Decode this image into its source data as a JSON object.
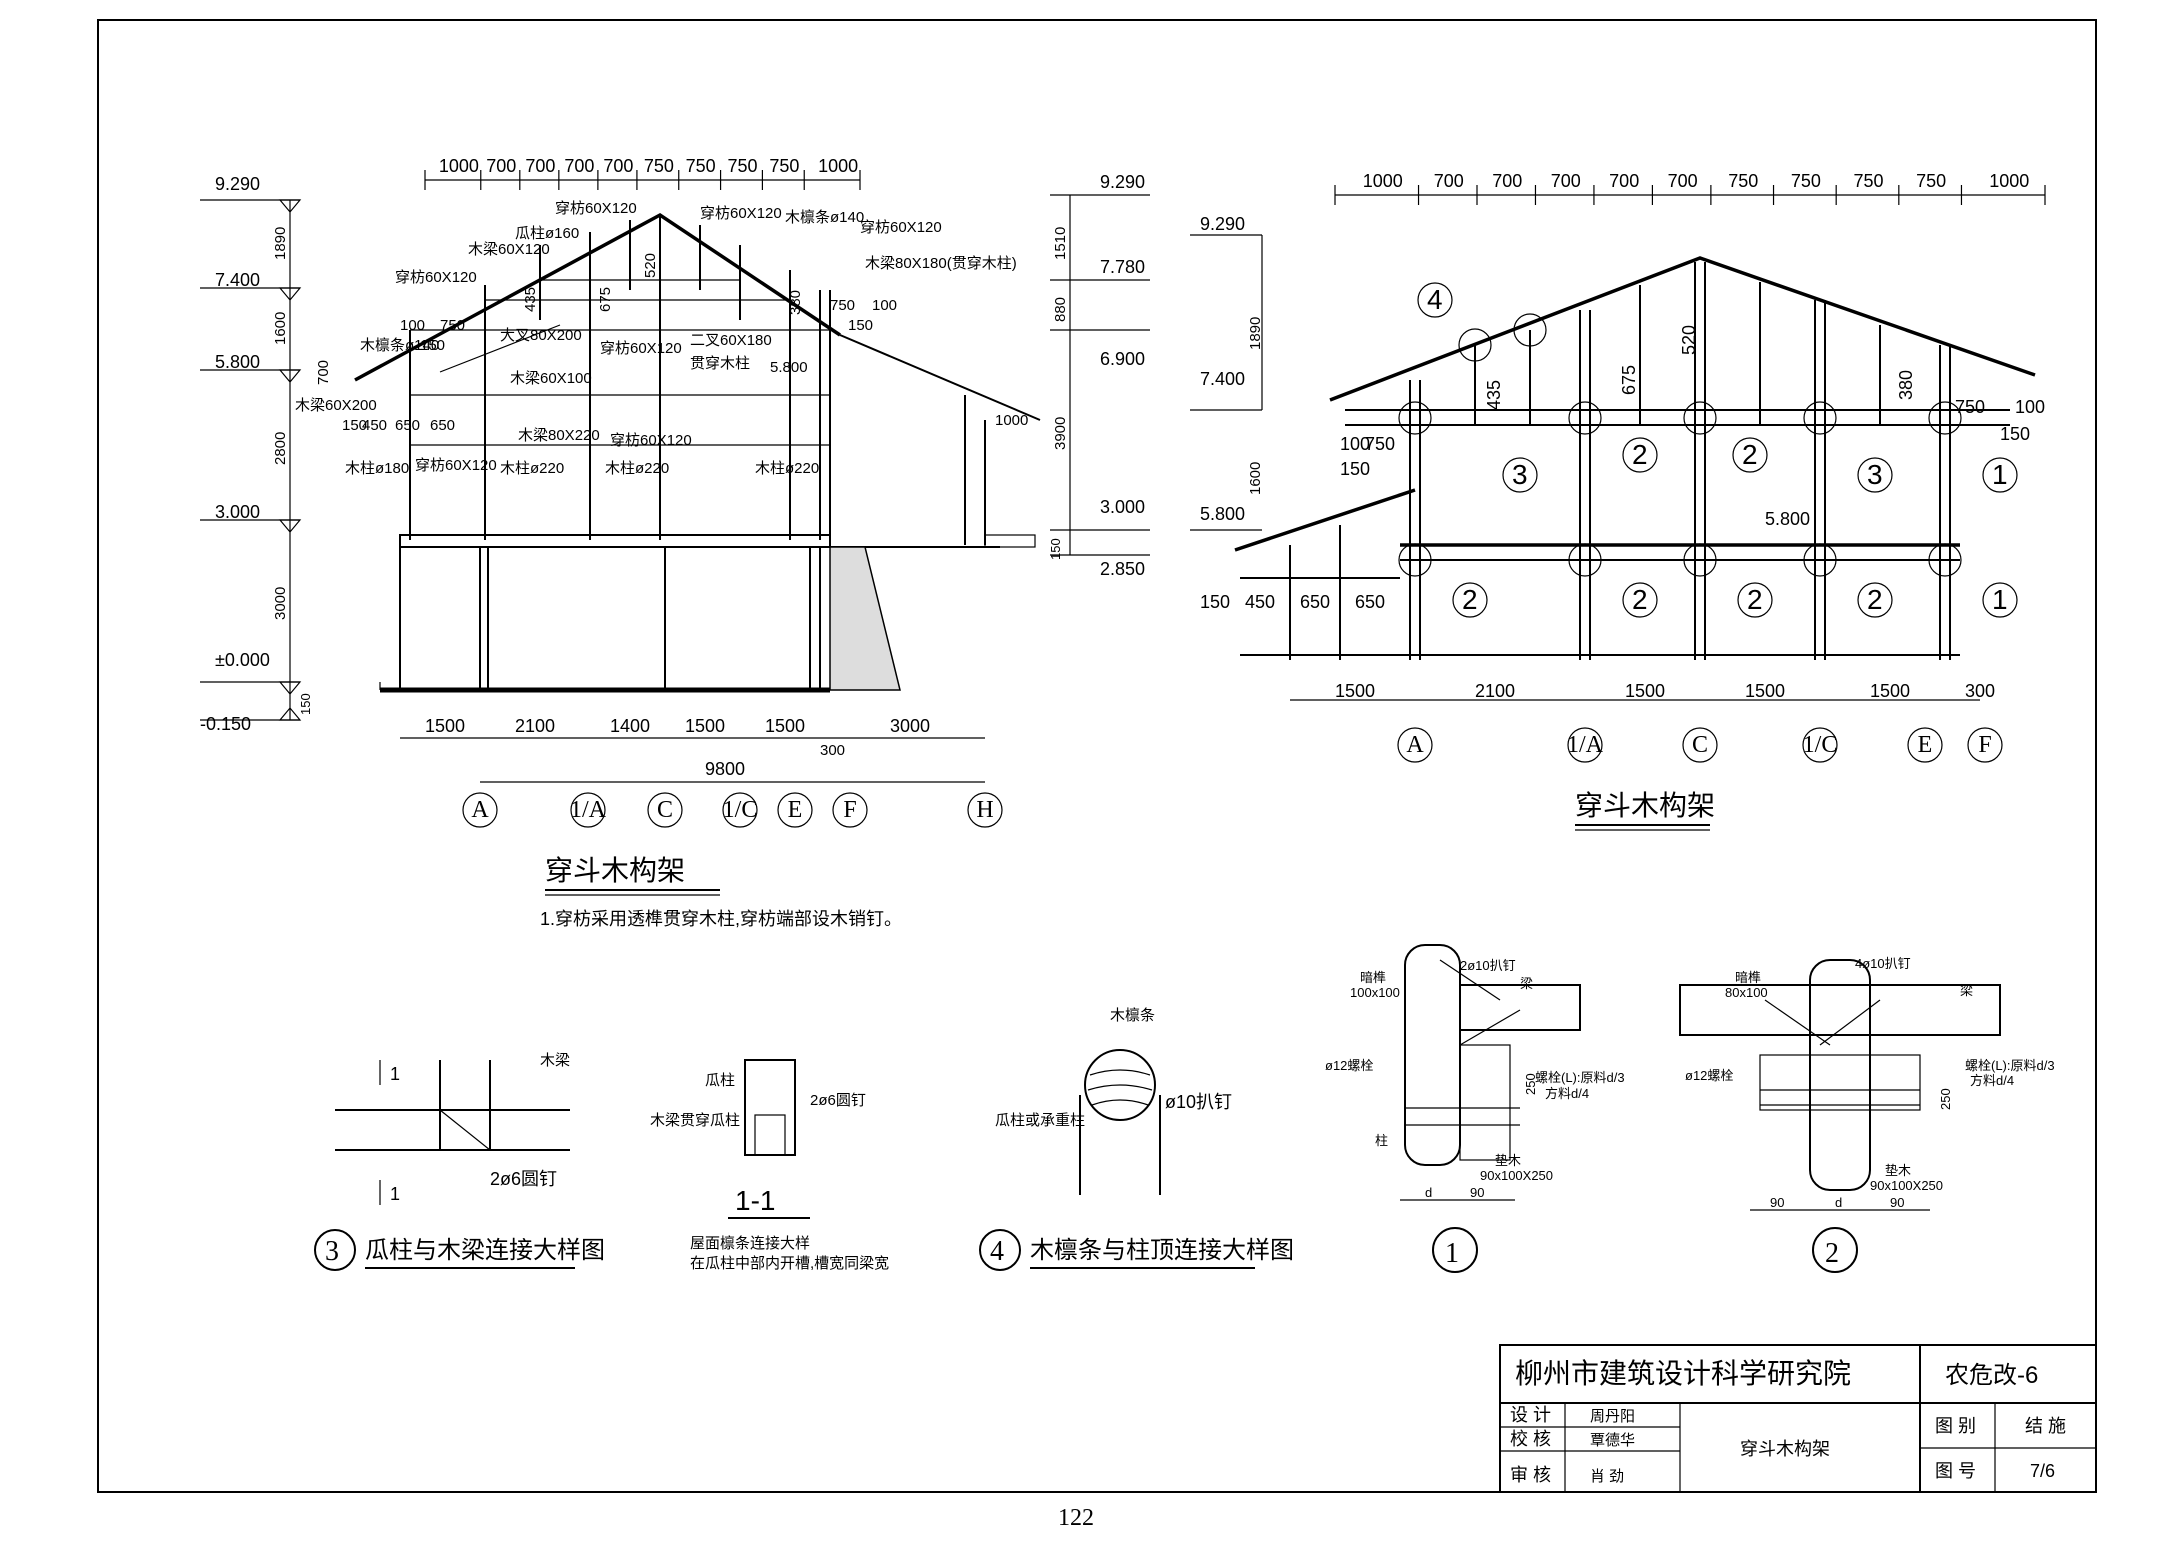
{
  "left_elevation": {
    "title": "穿斗木构架",
    "note": "1.穿枋采用透榫贯穿木柱,穿枋端部设木销钉。",
    "levels": [
      "9.290",
      "7.400",
      "5.800",
      "3.000",
      "±0.000",
      "-0.150"
    ],
    "left_dims_vertical": [
      "1890",
      "1600",
      "2800",
      "3000",
      "150"
    ],
    "right_levels": [
      "9.290",
      "7.780",
      "6.900",
      "3.000",
      "2.850"
    ],
    "right_dims_vertical": [
      "1510",
      "880",
      "3900",
      "150"
    ],
    "top_dims": [
      "1000",
      "700",
      "700",
      "700",
      "700",
      "750",
      "750",
      "750",
      "750",
      "1000"
    ],
    "bottom_dims": [
      "1500",
      "2100",
      "1400",
      "1500",
      "1500",
      "3000"
    ],
    "total_dim": "9800",
    "dim_300": "300",
    "axes": [
      "A",
      "1/A",
      "C",
      "1/C",
      "E",
      "F",
      "H"
    ],
    "labels": {
      "l1": "穿枋60X120",
      "l2": "瓜柱ø160",
      "l3": "木梁60X120",
      "l4": "穿枋60X120",
      "l5": "穿枋60X120",
      "l6": "木檩条ø140",
      "l7": "穿枋60X120",
      "l8": "木梁80X180(贯穿木柱)",
      "l9": "大叉80X200",
      "l10": "木檩条ø140",
      "l11": "穿枋60X120",
      "l12": "二叉60X180",
      "l13": "贯穿木柱",
      "l14": "木梁60X200",
      "l15": "木梁60X100",
      "l16": "木梁80X220",
      "l17": "穿枋60X120",
      "l18": "木柱ø180",
      "l19": "穿枋60X120",
      "l20": "木柱ø220",
      "l21": "木柱ø220",
      "l22": "木柱ø220",
      "d520": "520",
      "d675": "675",
      "d435": "435",
      "d380": "380",
      "d750": "750",
      "d100": "100",
      "d150": "150",
      "d100b": "100",
      "d750b": "750",
      "d150b": "150",
      "d700": "700",
      "d1000": "1000",
      "d5800": "5.800",
      "d150c": "150",
      "d450": "450",
      "d650a": "650",
      "d650b": "650"
    }
  },
  "right_elevation": {
    "title": "穿斗木构架",
    "levels": [
      "9.290",
      "7.400",
      "5.800"
    ],
    "dims_vertical": [
      "1890",
      "1600"
    ],
    "top_dims": [
      "1000",
      "700",
      "700",
      "700",
      "700",
      "700",
      "750",
      "750",
      "750",
      "750",
      "1000"
    ],
    "bottom_dims": [
      "1500",
      "2100",
      "1500",
      "1500",
      "1500",
      "300"
    ],
    "left_small": [
      "150",
      "450",
      "650",
      "650"
    ],
    "axes": [
      "A",
      "1/A",
      "C",
      "1/C",
      "E",
      "F"
    ],
    "callouts": [
      "4",
      "3",
      "2",
      "2",
      "3",
      "1",
      "2",
      "2",
      "2",
      "2",
      "1"
    ],
    "d520": "520",
    "d675": "675",
    "d435": "435",
    "d380": "380",
    "d750": "750",
    "d100": "100",
    "d150": "150",
    "d100b": "100",
    "d750b": "750",
    "d150b": "150",
    "d5800": "5.800"
  },
  "detail3": {
    "title": "瓜柱与木梁连接大样图",
    "num": "3",
    "beam": "木梁",
    "nail": "2ø6圆钉",
    "cut": "1"
  },
  "section11": {
    "title": "1-1",
    "label1": "瓜柱",
    "label2": "木梁贯穿瓜柱",
    "label3": "2ø6圆钉",
    "caption1": "屋面檩条连接大样",
    "caption2": "在瓜柱中部内开槽,槽宽同梁宽"
  },
  "detail4": {
    "title": "木檩条与柱顶连接大样图",
    "num": "4",
    "label1": "木檩条",
    "label2": "瓜柱或承重柱",
    "label3": "ø10扒钉"
  },
  "detail1": {
    "num": "1",
    "l1": "2ø10扒钉",
    "l2": "梁",
    "l3": "暗榫",
    "l4": "100x100",
    "l5": "ø12螺栓",
    "l6": "柱",
    "l7": "250",
    "l8": "螺栓(L):原料d/3",
    "l9": "方料d/4",
    "l10": "垫木",
    "l11": "90x100X250",
    "l12": "d",
    "l13": "90"
  },
  "detail2": {
    "num": "2",
    "l1": "4ø10扒钉",
    "l2": "梁",
    "l3": "暗榫",
    "l4": "80x100",
    "l5": "ø12螺栓",
    "l6": "250",
    "l7": "螺栓(L):原料d/3",
    "l8": "方料d/4",
    "l9": "垫木",
    "l10": "90x100X250",
    "l11": "90",
    "l12": "d",
    "l13": "90"
  },
  "title_block": {
    "institute": "柳州市建筑设计科学研究院",
    "drawing_code": "农危改-6",
    "design_label": "设 计",
    "design_name": "周丹阳",
    "check_label": "校 核",
    "check_name": "覃德华",
    "review_label": "审 核",
    "review_name": "肖 劲",
    "drawing_name": "穿斗木构架",
    "cat_label": "图 别",
    "cat_value": "结 施",
    "no_label": "图 号",
    "no_value": "7/6"
  },
  "page_number": "122"
}
